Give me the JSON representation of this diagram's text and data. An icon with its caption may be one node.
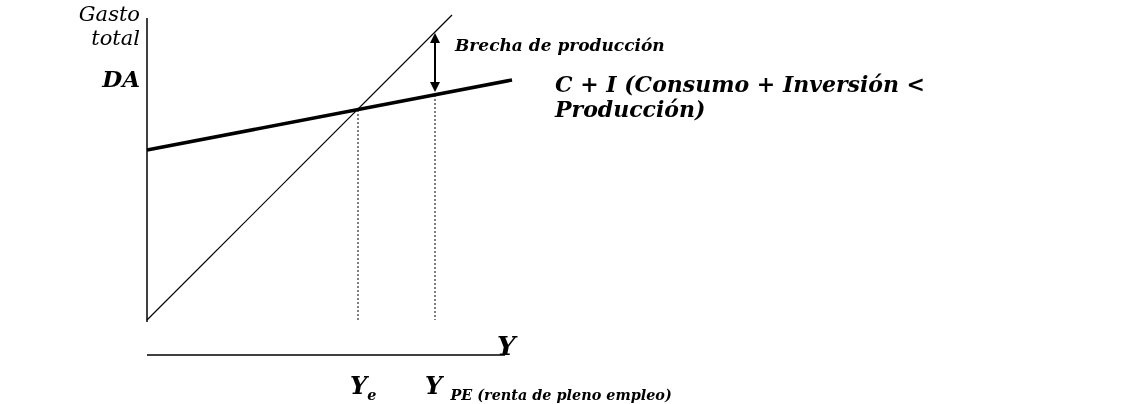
{
  "diagram": {
    "labels": [
      "Gasto total",
      "DA",
      "C + I (Consumo + Inversión < Producción)",
      "Brecha de producción",
      "Y",
      "Y$_{e}$",
      "Y $_{PE (renta de pleno empleo)}$"
    ]
  }
}
